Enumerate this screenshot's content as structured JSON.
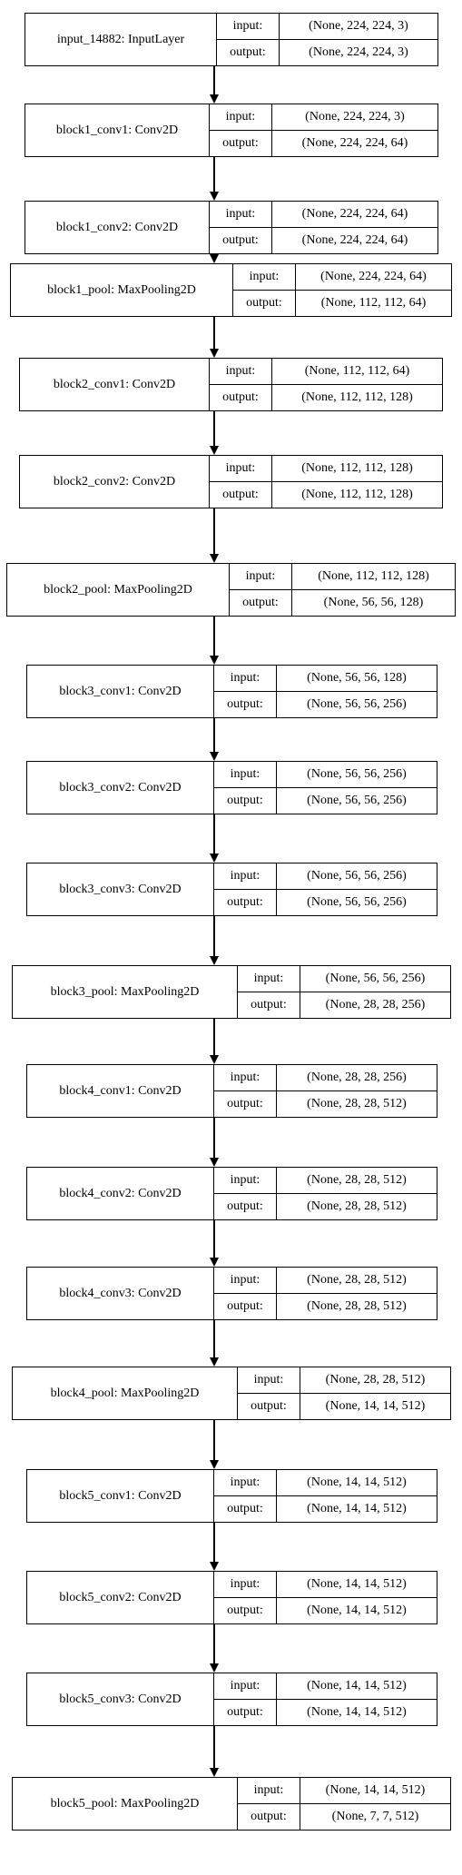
{
  "io_labels": {
    "input": "input:",
    "output": "output:"
  },
  "layers": [
    {
      "name": "input_14882: InputLayer",
      "input": "(None, 224, 224, 3)",
      "output": "(None, 224, 224, 3)"
    },
    {
      "name": "block1_conv1: Conv2D",
      "input": "(None, 224, 224, 3)",
      "output": "(None, 224, 224, 64)"
    },
    {
      "name": "block1_conv2: Conv2D",
      "input": "(None, 224, 224, 64)",
      "output": "(None, 224, 224, 64)"
    },
    {
      "name": "block1_pool: MaxPooling2D",
      "input": "(None, 224, 224, 64)",
      "output": "(None, 112, 112, 64)"
    },
    {
      "name": "block2_conv1: Conv2D",
      "input": "(None, 112, 112, 64)",
      "output": "(None, 112, 112, 128)"
    },
    {
      "name": "block2_conv2: Conv2D",
      "input": "(None, 112, 112, 128)",
      "output": "(None, 112, 112, 128)"
    },
    {
      "name": "block2_pool: MaxPooling2D",
      "input": "(None, 112, 112, 128)",
      "output": "(None, 56, 56, 128)"
    },
    {
      "name": "block3_conv1: Conv2D",
      "input": "(None, 56, 56, 128)",
      "output": "(None, 56, 56, 256)"
    },
    {
      "name": "block3_conv2: Conv2D",
      "input": "(None, 56, 56, 256)",
      "output": "(None, 56, 56, 256)"
    },
    {
      "name": "block3_conv3: Conv2D",
      "input": "(None, 56, 56, 256)",
      "output": "(None, 56, 56, 256)"
    },
    {
      "name": "block3_pool: MaxPooling2D",
      "input": "(None, 56, 56, 256)",
      "output": "(None, 28, 28, 256)"
    },
    {
      "name": "block4_conv1: Conv2D",
      "input": "(None, 28, 28, 256)",
      "output": "(None, 28, 28, 512)"
    },
    {
      "name": "block4_conv2: Conv2D",
      "input": "(None, 28, 28, 512)",
      "output": "(None, 28, 28, 512)"
    },
    {
      "name": "block4_conv3: Conv2D",
      "input": "(None, 28, 28, 512)",
      "output": "(None, 28, 28, 512)"
    },
    {
      "name": "block4_pool: MaxPooling2D",
      "input": "(None, 28, 28, 512)",
      "output": "(None, 14, 14, 512)"
    },
    {
      "name": "block5_conv1: Conv2D",
      "input": "(None, 14, 14, 512)",
      "output": "(None, 14, 14, 512)"
    },
    {
      "name": "block5_conv2: Conv2D",
      "input": "(None, 14, 14, 512)",
      "output": "(None, 14, 14, 512)"
    },
    {
      "name": "block5_conv3: Conv2D",
      "input": "(None, 14, 14, 512)",
      "output": "(None, 14, 14, 512)"
    },
    {
      "name": "block5_pool: MaxPooling2D",
      "input": "(None, 14, 14, 512)",
      "output": "(None, 7, 7, 512)"
    }
  ]
}
